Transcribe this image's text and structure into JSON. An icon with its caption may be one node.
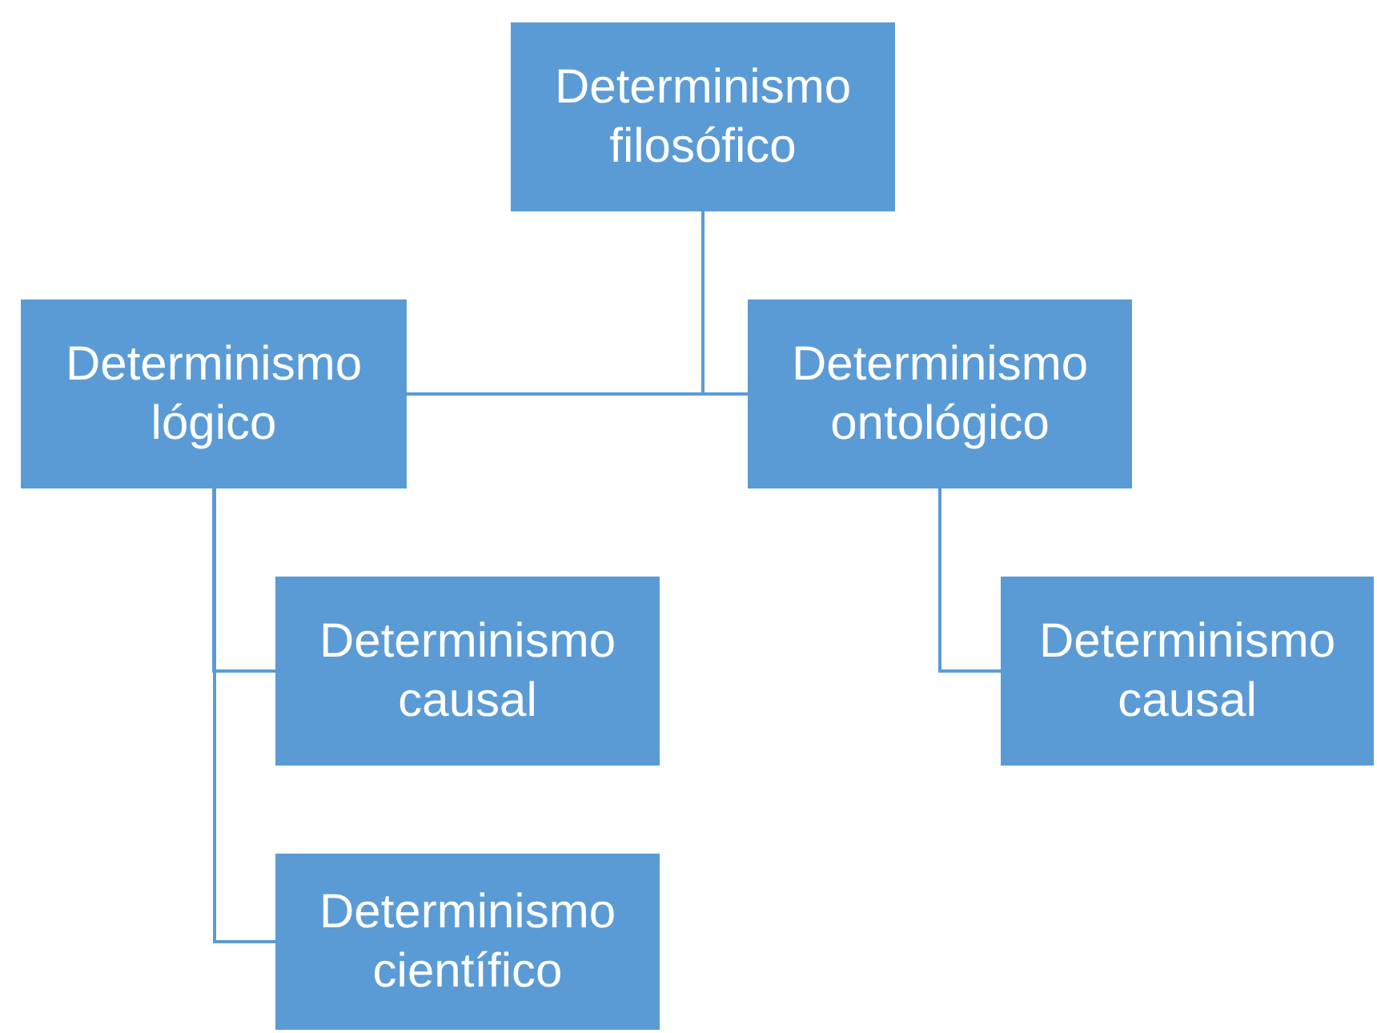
{
  "diagram": {
    "nodes": [
      {
        "text": [
          "Determinismo filosófico"
        ]
      },
      {
        "text": [
          "Determinismo lógico"
        ]
      },
      {
        "text": [
          "Determinismo ontológico"
        ]
      },
      {
        "text": [
          "Determinismo causal"
        ]
      },
      {
        "text": [
          "Determinismo científico"
        ]
      },
      {
        "text": [
          "Determinismo causal"
        ]
      }
    ],
    "edges": [
      {
        "from": 0,
        "to": 1,
        "arrow": "none"
      },
      {
        "from": 0,
        "to": 2,
        "arrow": "none"
      },
      {
        "from": 1,
        "to": 3,
        "arrow": "none"
      },
      {
        "from": 1,
        "to": 4,
        "arrow": "none"
      },
      {
        "from": 2,
        "to": 5,
        "arrow": "none"
      }
    ]
  }
}
